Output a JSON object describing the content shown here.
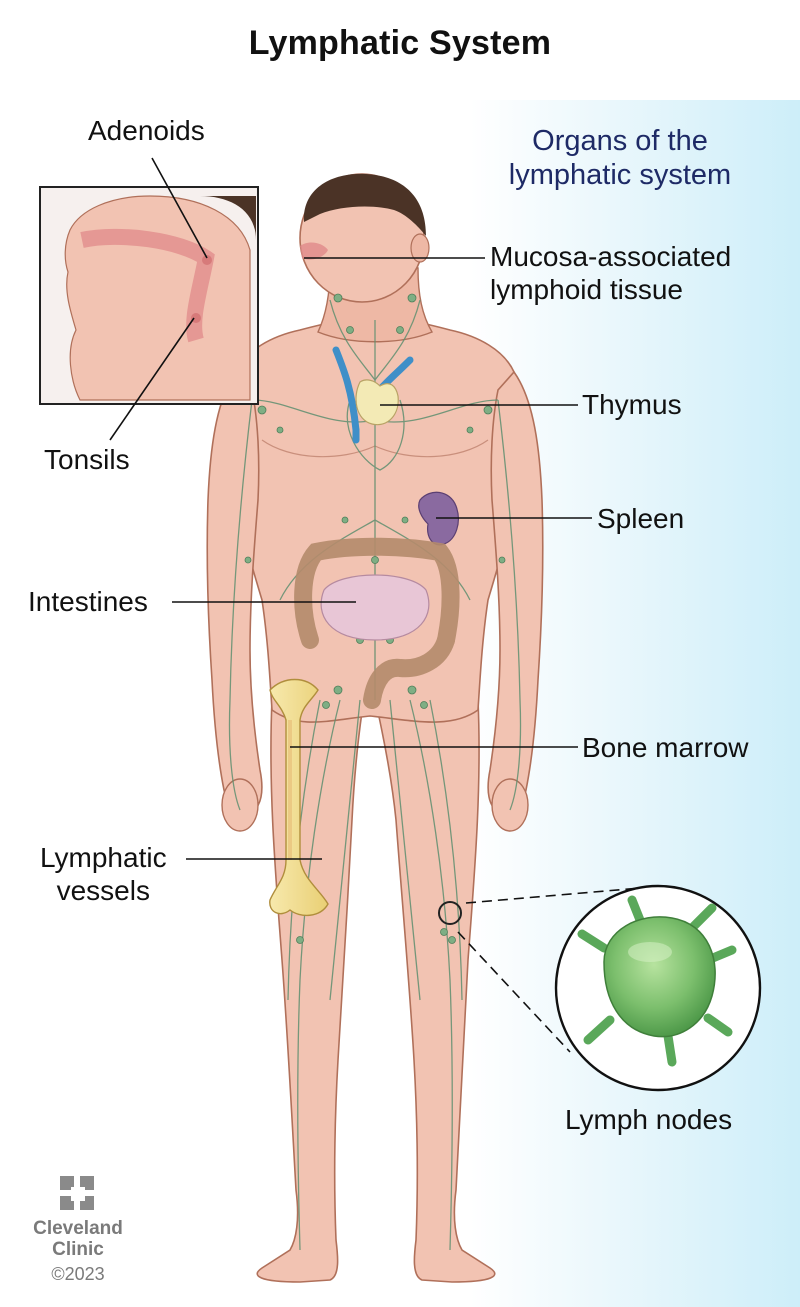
{
  "title": "Lymphatic System",
  "subtitle_lines": [
    "Organs of the",
    "lymphatic system"
  ],
  "labels": {
    "adenoids": "Adenoids",
    "tonsils": "Tonsils",
    "malt_line1": "Mucosa-associated",
    "malt_line2": "lymphoid tissue",
    "thymus": "Thymus",
    "spleen": "Spleen",
    "intestines": "Intestines",
    "bone_marrow": "Bone marrow",
    "lymphatic_line1": "Lymphatic",
    "lymphatic_line2": "vessels",
    "lymph_nodes": "Lymph nodes"
  },
  "logo": {
    "line1": "Cleveland",
    "line2": "Clinic",
    "copyright": "©2023"
  },
  "colors": {
    "skin": "#f2c3b2",
    "skin_outline": "#b0705a",
    "vessel": "#5f8f70",
    "node": "#7fae84",
    "thymus": "#f3eab5",
    "spleen": "#8a6aa0",
    "vein": "#3f8fc8",
    "intestine_large": "#c9a58a",
    "intestine_small": "#e8c6d6",
    "bone": "#f1dc8a",
    "marrow": "#e9c07b",
    "mucosa": "#e08a8a",
    "lymph_node": "#7cbf6d",
    "subtitle": "#1e2a66",
    "background_tint": "#cdeef9"
  }
}
